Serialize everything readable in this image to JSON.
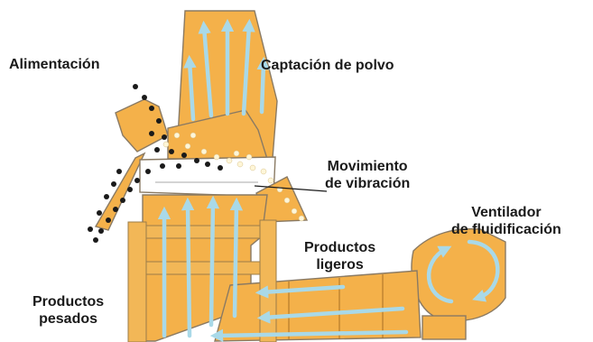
{
  "labels": {
    "feed": "Alimentación",
    "dust": "Captación de polvo",
    "vibration": [
      "Movimiento",
      "de vibración"
    ],
    "fan": [
      "Ventilador",
      "de fluidificación"
    ],
    "light": [
      "Productos",
      "ligeros"
    ],
    "heavy": [
      "Productos",
      "pesados"
    ]
  },
  "colors": {
    "body": "#f4b14a",
    "outline": "#8a7a63",
    "airflow": "#a9d9e8",
    "heavy_particles": "#1a1a1a",
    "light_particles": "#fff6d8",
    "frame": "#f2b757"
  }
}
